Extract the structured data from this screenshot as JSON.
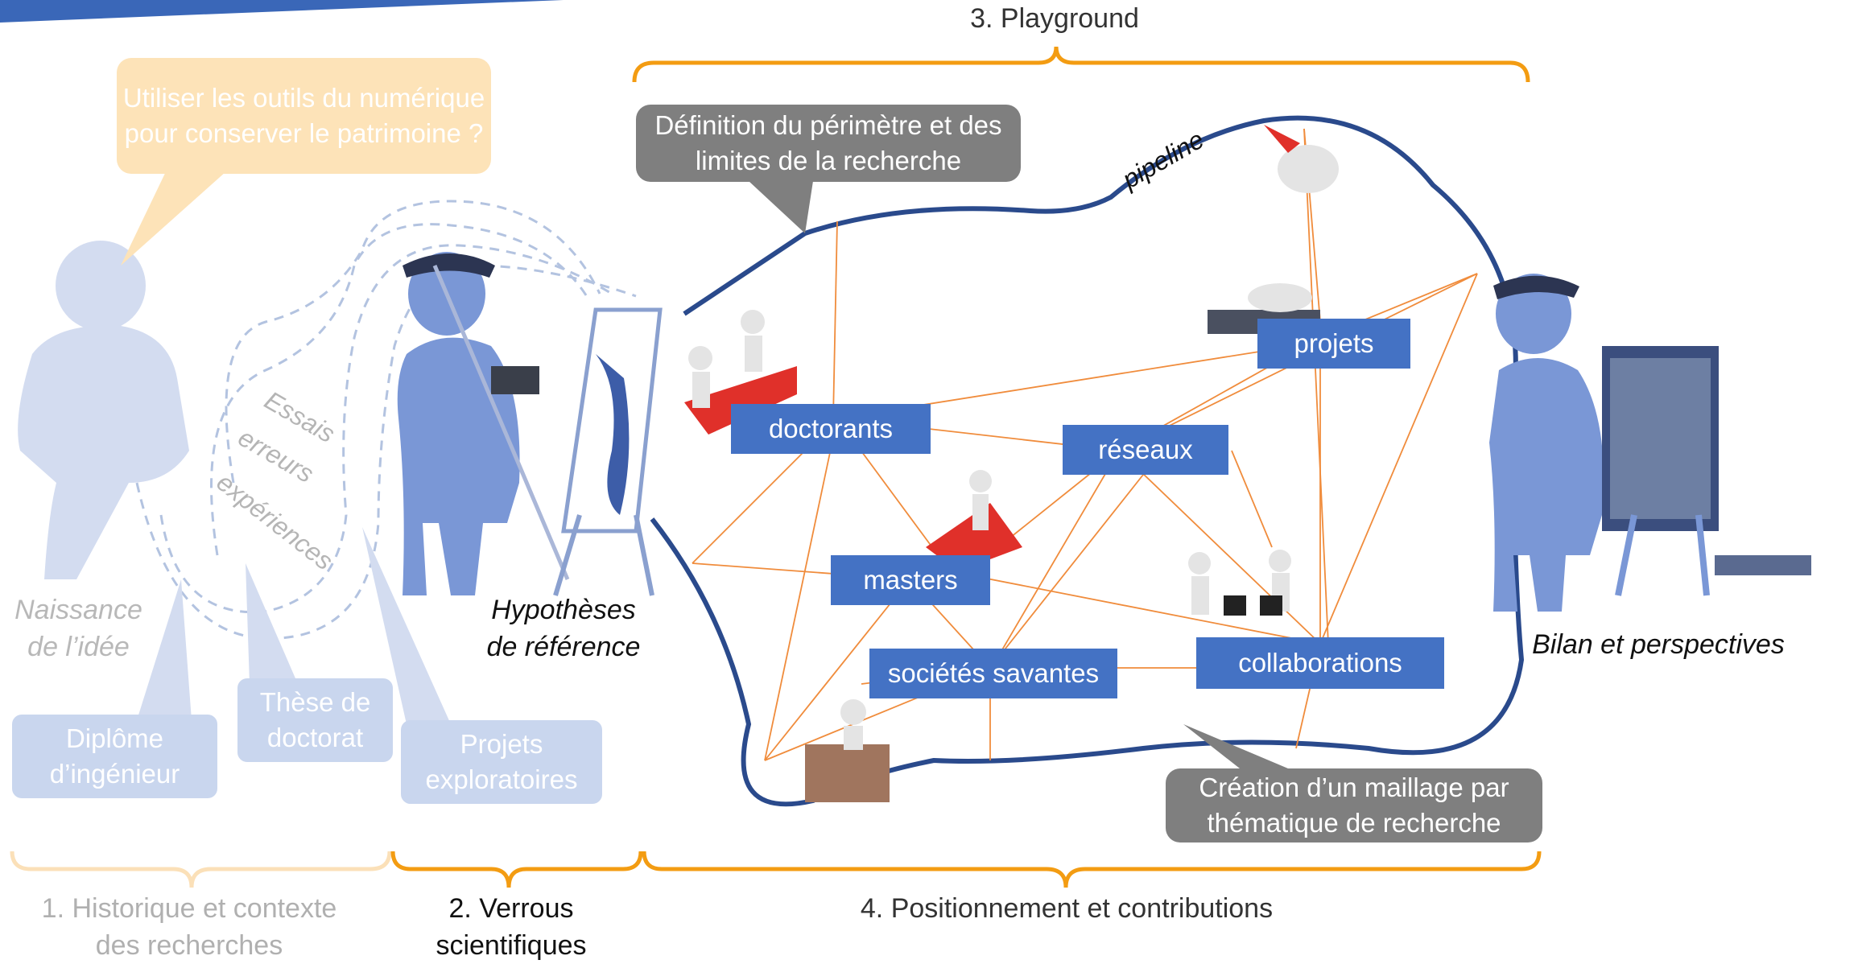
{
  "sections": {
    "historique": "1. Historique et contexte des recherches",
    "verrous": "2. Verrous scientifiques",
    "playground": "3. Playground",
    "positionnement": "4. Positionnement et contributions"
  },
  "figure_labels": {
    "naissance": "Naissance de l’idée",
    "hypotheses": "Hypothèses de référence",
    "bilan": "Bilan et perspectives",
    "pipeline": "pipeline"
  },
  "callouts": {
    "question": "Utiliser les outils du numérique pour conserver le patrimoine ?",
    "perimetre": "Définition du périmètre et des limites de la recherche",
    "maillage": "Création d’un maillage par thématique de recherche"
  },
  "history_boxes": {
    "diplome": "Diplôme d’ingénieur",
    "these": "Thèse de doctorat",
    "projets_exploratoires": "Projets exploratoires"
  },
  "diagonal_labels": {
    "essais": "Essais",
    "erreurs": "erreurs",
    "experiences": "expériences"
  },
  "network_nodes": {
    "doctorants": "doctorants",
    "reseaux": "réseaux",
    "projets": "projets",
    "masters": "masters",
    "societes": "sociétés savantes",
    "collaborations": "collaborations"
  },
  "colors": {
    "bracket_orange": "#f39c12",
    "bracket_faded": "#fbe0b8",
    "node_blue": "#4472c4",
    "pipeline_navy": "#2a4a8c",
    "mesh_orange": "#f08c3c",
    "callout_gray": "#7f7f7f"
  }
}
